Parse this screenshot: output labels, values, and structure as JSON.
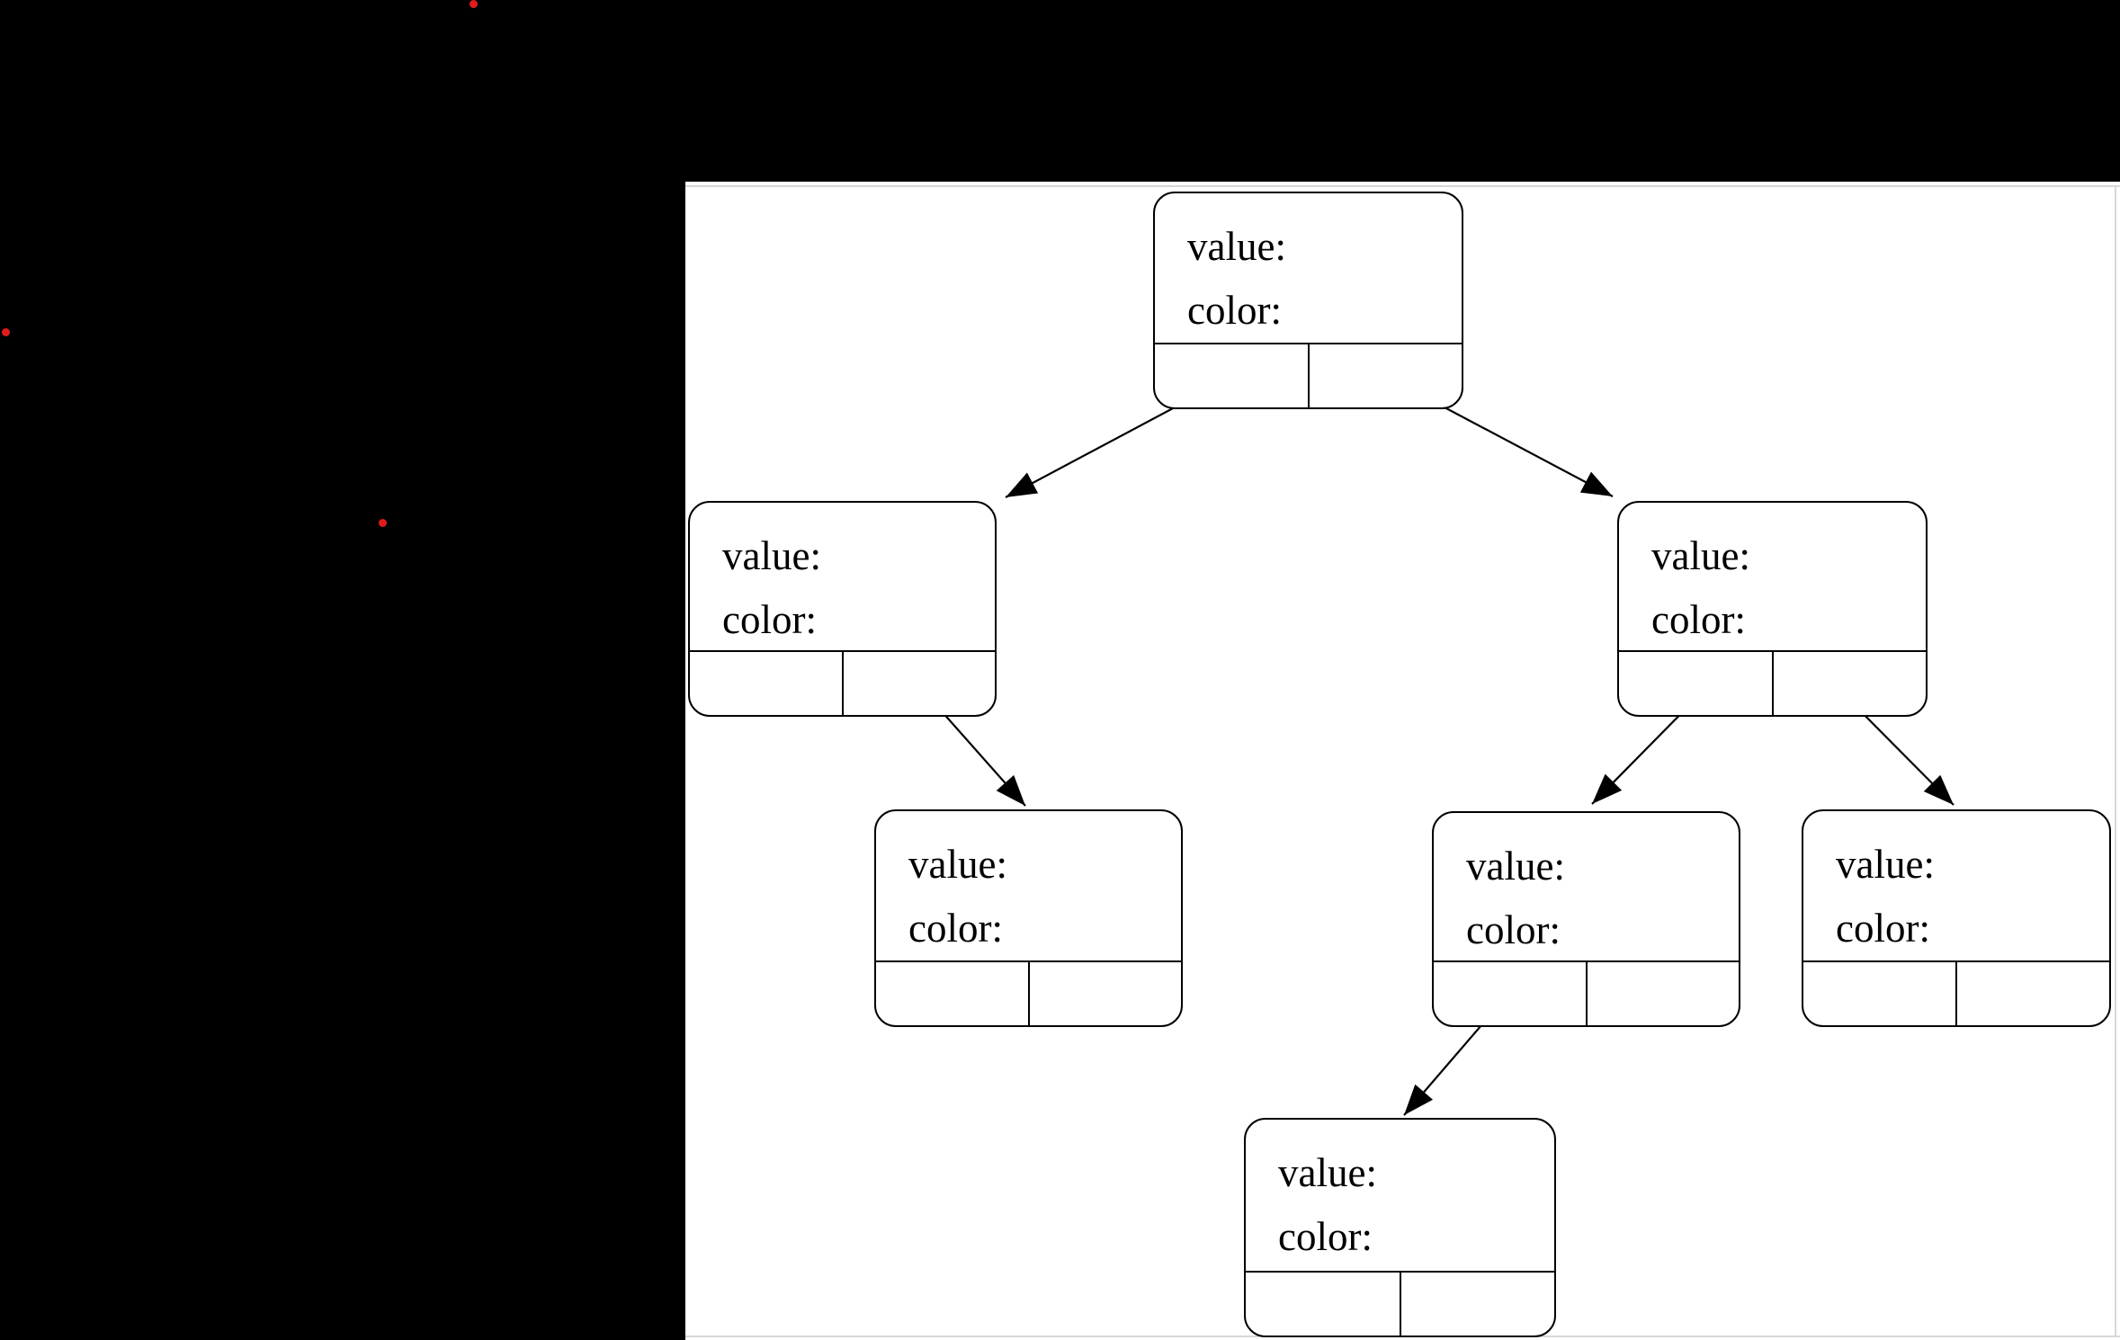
{
  "scene": {
    "background_color": "#000000",
    "panel": {
      "background_color": "#ffffff",
      "border_color": "#d7d7d7"
    }
  },
  "annotations": {
    "dot_color": "#e11c1c",
    "dot_count": 3
  },
  "diagram": {
    "type": "binary-tree-node-diagram",
    "edge_color": "#000000",
    "node_text_color": "#000000",
    "nodes": [
      {
        "id": "root",
        "value_label": "value:",
        "color_label": "color:",
        "left_pointer": {
          "type": "arrow",
          "target": "left-child"
        },
        "right_pointer": {
          "type": "arrow",
          "target": "right-child"
        }
      },
      {
        "id": "left-child",
        "value_label": "value:",
        "color_label": "color:",
        "left_pointer": {
          "type": "null-slash"
        },
        "right_pointer": {
          "type": "arrow",
          "target": "left-right-grandchild"
        }
      },
      {
        "id": "right-child",
        "value_label": "value:",
        "color_label": "color:",
        "left_pointer": {
          "type": "arrow",
          "target": "right-left-grandchild"
        },
        "right_pointer": {
          "type": "arrow",
          "target": "right-right-grandchild"
        }
      },
      {
        "id": "left-right-grandchild",
        "value_label": "value:",
        "color_label": "color:",
        "left_pointer": {
          "type": "null-slash"
        },
        "right_pointer": {
          "type": "null-slash"
        }
      },
      {
        "id": "right-left-grandchild",
        "value_label": "value:",
        "color_label": "color:",
        "left_pointer": {
          "type": "arrow",
          "target": "right-left-left-great-grandchild"
        },
        "right_pointer": {
          "type": "null-slash"
        }
      },
      {
        "id": "right-right-grandchild",
        "value_label": "value:",
        "color_label": "color:",
        "left_pointer": {
          "type": "null-slash"
        },
        "right_pointer": {
          "type": "null-slash"
        }
      },
      {
        "id": "right-left-left-great-grandchild",
        "value_label": "value:",
        "color_label": "color:",
        "left_pointer": {
          "type": "null-slash"
        },
        "right_pointer": {
          "type": "null-slash"
        }
      }
    ]
  }
}
